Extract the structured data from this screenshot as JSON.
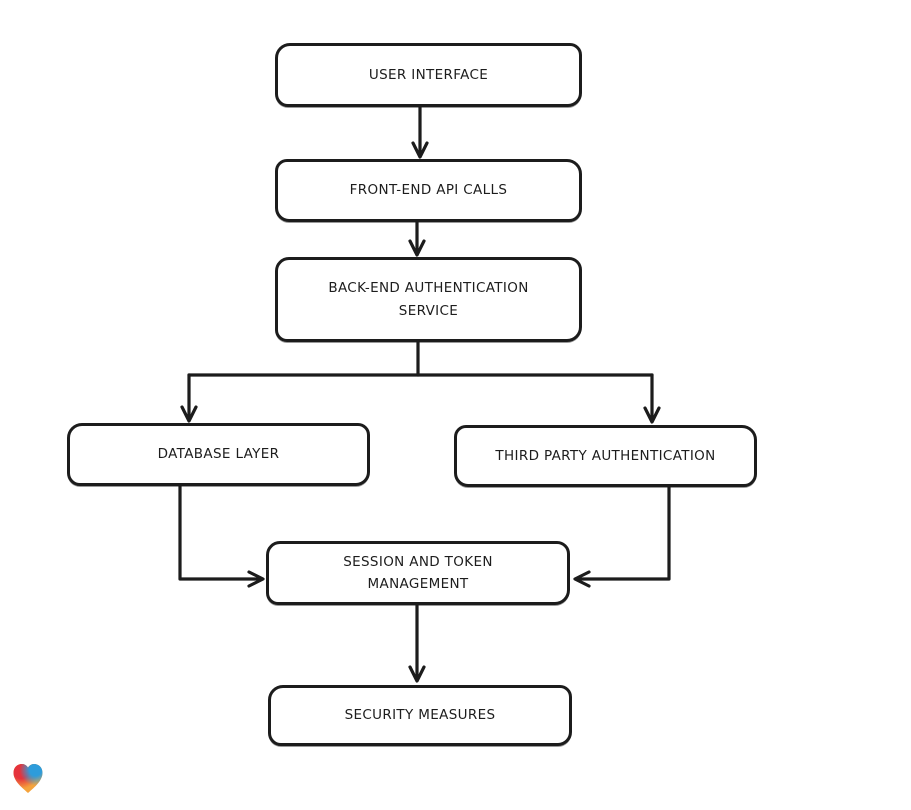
{
  "diagram": {
    "type": "flowchart",
    "background": "#ffffff",
    "stroke_color": "#1c1c1c",
    "node_fill": "#ffffff",
    "nodes": [
      {
        "id": "user-interface",
        "label": "USER INTERFACE"
      },
      {
        "id": "front-end-api-calls",
        "label": "FRONT-END API CALLS"
      },
      {
        "id": "back-end-authentication-service",
        "label": "BACK-END AUTHENTICATION\nSERVICE"
      },
      {
        "id": "database-layer",
        "label": "DATABASE LAYER"
      },
      {
        "id": "third-party-authentication",
        "label": "THIRD PARTY AUTHENTICATION"
      },
      {
        "id": "session-and-token-management",
        "label": "SESSION AND TOKEN\nMANAGEMENT"
      },
      {
        "id": "security-measures",
        "label": "SECURITY MEASURES"
      }
    ],
    "edges": [
      {
        "from": "user-interface",
        "to": "front-end-api-calls"
      },
      {
        "from": "front-end-api-calls",
        "to": "back-end-authentication-service"
      },
      {
        "from": "back-end-authentication-service",
        "to": "database-layer"
      },
      {
        "from": "back-end-authentication-service",
        "to": "third-party-authentication"
      },
      {
        "from": "database-layer",
        "to": "session-and-token-management"
      },
      {
        "from": "third-party-authentication",
        "to": "session-and-token-management"
      },
      {
        "from": "session-and-token-management",
        "to": "security-measures"
      }
    ],
    "logo": {
      "name": "gradient-heart-logo",
      "colors": {
        "red": "#e5333c",
        "blue": "#2d9cdb",
        "teal": "#2fbf71",
        "orange": "#f5a33c"
      }
    }
  }
}
